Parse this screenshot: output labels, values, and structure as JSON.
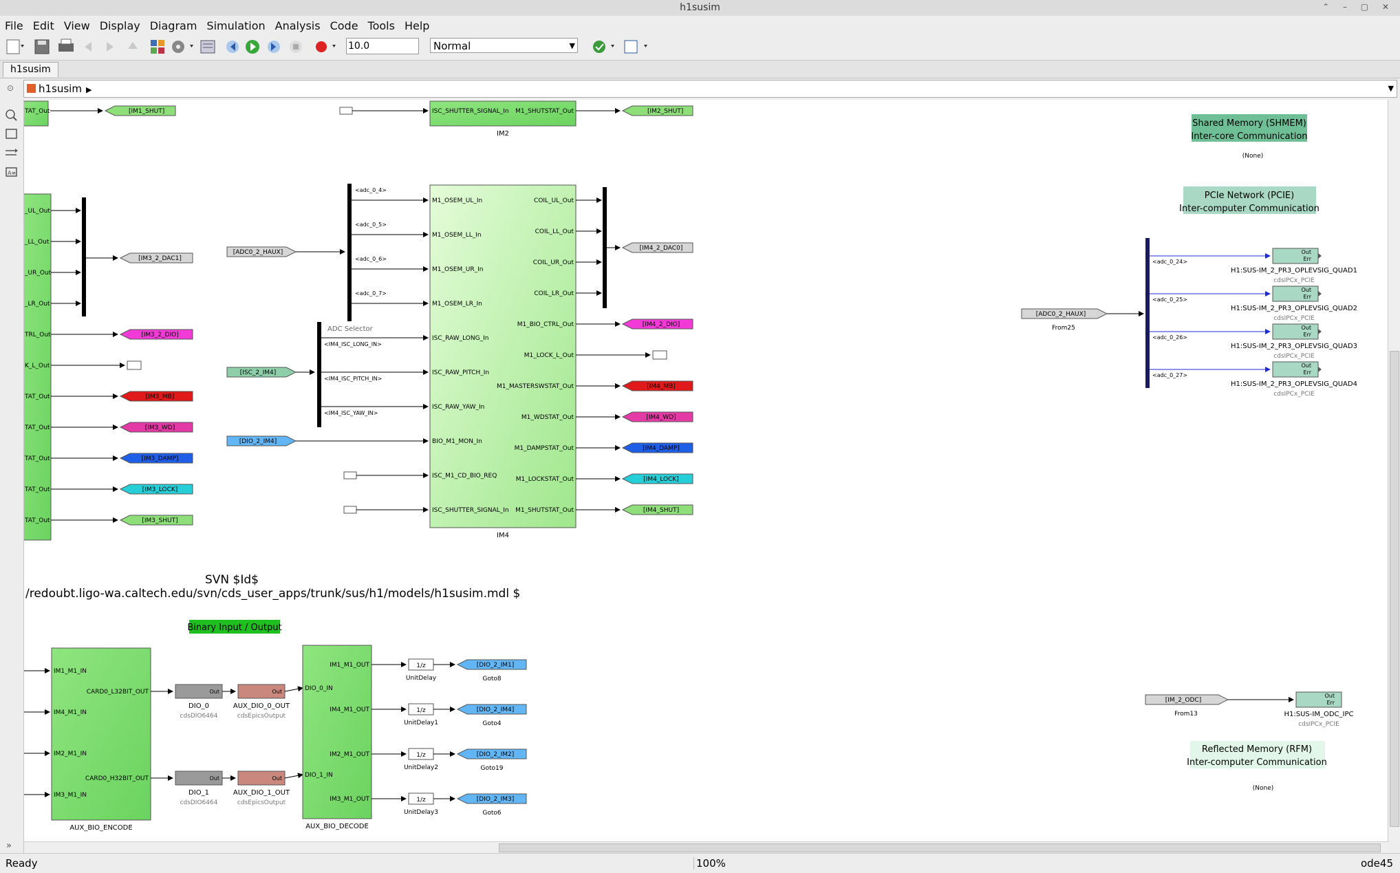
{
  "window": {
    "title": "h1susim"
  },
  "menu": [
    "File",
    "Edit",
    "View",
    "Display",
    "Diagram",
    "Simulation",
    "Analysis",
    "Code",
    "Tools",
    "Help"
  ],
  "toolbar": {
    "stop_time": "10.0",
    "sim_mode": "Normal"
  },
  "tab": {
    "label": "h1susim"
  },
  "address": {
    "path": "h1susim"
  },
  "status": {
    "left": "Ready",
    "zoom": "100%",
    "solver": "ode45"
  },
  "im2": {
    "name": "IM2",
    "in": "ISC_SHUTTER_SIGNAL_In",
    "out": "M1_SHUTSTAT_Out",
    "tag": "[IM2_SHUT]",
    "left_out": "TAT_Out",
    "left_tag": "[IM1_SHUT]"
  },
  "im3": {
    "ports": [
      "_UL_Out",
      "_LL_Out",
      "_UR_Out",
      "_LR_Out",
      "TRL_Out",
      "K_L_Out",
      "TAT_Out",
      "TAT_Out",
      "TAT_Out",
      "TAT_Out",
      "TAT_Out"
    ],
    "tags": [
      "[IM3_2_DAC1]",
      "[IM3_2_DIO]",
      "[IM3_MB]",
      "[IM3_WD]",
      "[IM3_DAMP]",
      "[IM3_LOCK]",
      "[IM3_SHUT]"
    ]
  },
  "im4": {
    "name": "IM4",
    "inputs": [
      "M1_OSEM_UL_In",
      "M1_OSEM_LL_In",
      "M1_OSEM_UR_In",
      "M1_OSEM_LR_In",
      "ISC_RAW_LONG_In",
      "ISC_RAW_PITCH_In",
      "ISC_RAW_YAW_In",
      "BIO_M1_MON_In",
      "ISC_M1_CD_BIO_REQ",
      "ISC_SHUTTER_SIGNAL_In"
    ],
    "outputs": [
      "COIL_UL_Out",
      "COIL_LL_Out",
      "COIL_UR_Out",
      "COIL_LR_Out",
      "M1_BIO_CTRL_Out",
      "M1_LOCK_L_Out",
      "M1_MASTERSWSTAT_Out",
      "M1_WDSTAT_Out",
      "M1_DAMPSTAT_Out",
      "M1_LOCKSTAT_Out",
      "M1_SHUTSTAT_Out"
    ],
    "out_tags": [
      "[IM4_2_DAC0]",
      "[IM4_2_DIO]",
      "[IM4_MB]",
      "[IM4_WD]",
      "[IM4_DAMP]",
      "[IM4_LOCK]",
      "[IM4_SHUT]"
    ],
    "from_tags": [
      "[ADC0_2_HAUX]",
      "[ISC_2_IM4]",
      "[DIO_2_IM4]"
    ],
    "adc_signals": [
      "<adc_0_4>",
      "<adc_0_5>",
      "<adc_0_6>",
      "<adc_0_7>"
    ],
    "isc_signals": [
      "<IM4_ISC_LONG_IN>",
      "<IM4_ISC_PITCH_IN>",
      "<IM4_ISC_YAW_IN>"
    ],
    "selector_label": "ADC Selector"
  },
  "shmem": {
    "title1": "Shared Memory (SHMEM)",
    "title2": "Inter-core Communication",
    "none": "(None)"
  },
  "pcie": {
    "title1": "PCIe Network (PCIE)",
    "title2": "Inter-computer Communication",
    "from_tag": "[ADC0_2_HAUX]",
    "from_name": "From25",
    "signals": [
      "<adc_0_24>",
      "<adc_0_25>",
      "<adc_0_26>",
      "<adc_0_27>"
    ],
    "blocks": [
      "H1:SUS-IM_2_PR3_OPLEVSIG_QUAD1",
      "H1:SUS-IM_2_PR3_OPLEVSIG_QUAD2",
      "H1:SUS-IM_2_PR3_OPLEVSIG_QUAD3",
      "H1:SUS-IM_2_PR3_OPLEVSIG_QUAD4"
    ],
    "subtitle": "cdsIPCx_PCIE",
    "out": "Out",
    "err": "Err"
  },
  "odc": {
    "from_tag": "[IM_2_ODC]",
    "from_name": "From13",
    "block": "H1:SUS-IM_ODC_IPC",
    "subtitle": "cdsIPCx_PCIE"
  },
  "rfm": {
    "title1": "Reflected Memory (RFM)",
    "title2": "Inter-computer Communication",
    "none": "(None)"
  },
  "svn": {
    "line1": "SVN $Id$",
    "line2": "/redoubt.ligo-wa.caltech.edu/svn/cds_user_apps/trunk/sus/h1/models/h1susim.mdl $"
  },
  "bio": {
    "title": "Binary Input / Output",
    "encode": {
      "name": "AUX_BIO_ENCODE",
      "inputs": [
        "IM1_M1_IN",
        "IM4_M1_IN",
        "IM2_M1_IN",
        "IM3_M1_IN"
      ],
      "outputs": [
        "CARD0_L32BIT_OUT",
        "CARD0_H32BIT_OUT"
      ]
    },
    "dio": [
      {
        "name": "DIO_0",
        "sub": "cdsDIO6464"
      },
      {
        "name": "DIO_1",
        "sub": "cdsDIO6464"
      }
    ],
    "aux": [
      {
        "name": "AUX_DIO_0_OUT",
        "sub": "cdsEpicsOutput"
      },
      {
        "name": "AUX_DIO_1_OUT",
        "sub": "cdsEpicsOutput"
      }
    ],
    "decode": {
      "name": "AUX_BIO_DECODE",
      "inputs": [
        "DIO_0_IN",
        "DIO_1_IN"
      ],
      "outputs": [
        "IM1_M1_OUT",
        "IM4_M1_OUT",
        "IM2_M1_OUT",
        "IM3_M1_OUT"
      ]
    },
    "delays": [
      "UnitDelay",
      "UnitDelay1",
      "UnitDelay2",
      "UnitDelay3"
    ],
    "delay_label": "1/z",
    "gotos": [
      {
        "tag": "[DIO_2_IM1]",
        "name": "Goto8"
      },
      {
        "tag": "[DIO_2_IM4]",
        "name": "Goto4"
      },
      {
        "tag": "[DIO_2_IM2]",
        "name": "Goto19"
      },
      {
        "tag": "[DIO_2_IM3]",
        "name": "Goto6"
      }
    ],
    "out_label": "Out"
  },
  "colors": {
    "green_block": "#7fde73",
    "light_green": "#d6fbc8",
    "blue_line": "#1d2bd6",
    "goto_blue": "#62b6f6",
    "red": "#e01a1a",
    "magenta": "#e33aa6",
    "blue": "#1f5ee6",
    "cyan": "#26cfd7",
    "pink": "#f23ad6"
  }
}
